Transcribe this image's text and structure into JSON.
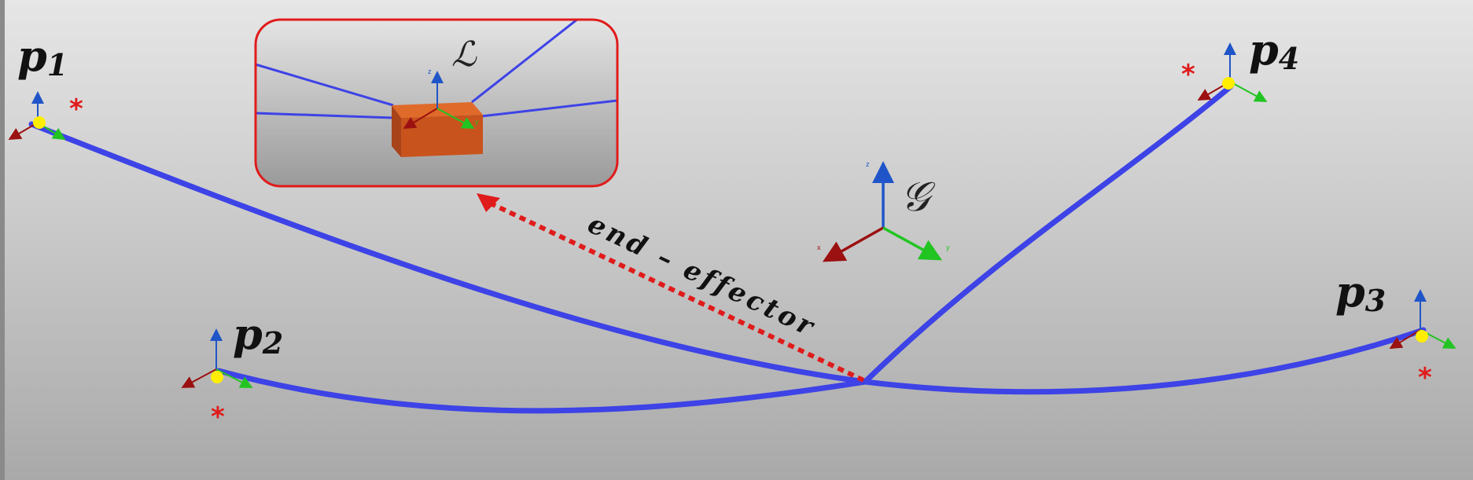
{
  "anchors": [
    {
      "id": "p1",
      "label": "p",
      "subscript": "1"
    },
    {
      "id": "p2",
      "label": "p",
      "subscript": "2"
    },
    {
      "id": "p3",
      "label": "p",
      "subscript": "3"
    },
    {
      "id": "p4",
      "label": "p",
      "subscript": "4"
    }
  ],
  "global_frame": {
    "label": "𝒢",
    "axes": {
      "x": "x",
      "y": "y",
      "z": "z"
    }
  },
  "local_frame": {
    "label": "ℒ"
  },
  "end_effector_label": "end – effector",
  "marker_symbol": "*",
  "colors": {
    "cable": "#3d43e6",
    "anchor_dot": "#ffee00",
    "x_axis": "#9b1010",
    "y_axis": "#22c422",
    "z_axis": "#1f55c8",
    "highlight_red": "#e01b1b",
    "box_face": "#c8531c",
    "box_top": "#e06a2a",
    "background_top": "#e6e6e6",
    "background_bottom": "#a9a9a9"
  }
}
